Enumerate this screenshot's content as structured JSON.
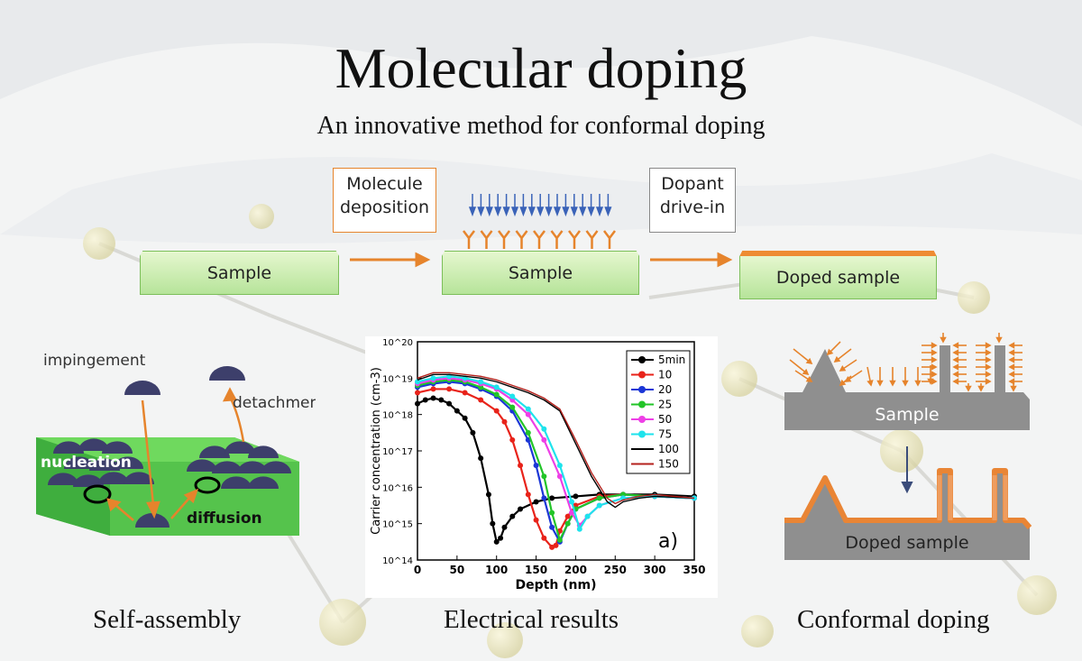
{
  "title": "Molecular doping",
  "subtitle": "An innovative method for conformal doping",
  "process": {
    "step1_label": "Molecule\ndeposition",
    "step2_label": "Dopant\ndrive-in",
    "sample_label": "Sample",
    "doped_label": "Doped sample"
  },
  "self_assembly": {
    "impingement": "impingement",
    "detachment": "detachment",
    "nucleation": "nucleation",
    "diffusion": "diffusion",
    "caption": "Self-assembly"
  },
  "electrical": {
    "caption": "Electrical results",
    "panel_label": "a)"
  },
  "conformal": {
    "sample_label": "Sample",
    "doped_label": "Doped sample",
    "caption": "Conformal doping"
  },
  "colors": {
    "arrow": "#e6842c",
    "green": "#b6e49a",
    "grey": "#8f8f8f",
    "blue_arrow": "#3a63b8"
  },
  "chart_data": {
    "type": "line",
    "title": "",
    "xlabel": "Depth (nm)",
    "ylabel": "Carrier concentration (cm-3)",
    "xlim": [
      0,
      350
    ],
    "xticks": [
      0,
      50,
      100,
      150,
      200,
      250,
      300,
      350
    ],
    "ylim_log10": [
      14,
      20
    ],
    "yticks": [
      "10^14",
      "10^15",
      "10^16",
      "10^17",
      "10^18",
      "10^19",
      "10^20"
    ],
    "series": [
      {
        "name": "5min",
        "color": "#000000",
        "marker": true,
        "x": [
          0,
          10,
          20,
          30,
          40,
          50,
          60,
          70,
          80,
          90,
          95,
          100,
          105,
          110,
          120,
          130,
          150,
          170,
          200,
          230,
          260,
          300,
          350
        ],
        "y": [
          18.3,
          18.4,
          18.45,
          18.4,
          18.3,
          18.1,
          17.9,
          17.5,
          16.8,
          15.8,
          15.0,
          14.5,
          14.6,
          14.9,
          15.2,
          15.4,
          15.6,
          15.7,
          15.75,
          15.8,
          15.8,
          15.8,
          15.75
        ]
      },
      {
        "name": "10",
        "color": "#e8231a",
        "marker": true,
        "x": [
          0,
          20,
          40,
          60,
          80,
          100,
          110,
          120,
          130,
          140,
          150,
          160,
          170,
          175,
          180,
          190,
          200,
          230,
          260,
          300,
          350
        ],
        "y": [
          18.6,
          18.7,
          18.7,
          18.6,
          18.4,
          18.1,
          17.8,
          17.3,
          16.6,
          15.8,
          15.1,
          14.6,
          14.35,
          14.4,
          14.8,
          15.2,
          15.5,
          15.75,
          15.8,
          15.75,
          15.7
        ]
      },
      {
        "name": "20",
        "color": "#1b36d6",
        "marker": true,
        "x": [
          0,
          20,
          40,
          60,
          80,
          100,
          120,
          140,
          150,
          160,
          170,
          180,
          190,
          200,
          230,
          260,
          300,
          350
        ],
        "y": [
          18.75,
          18.85,
          18.9,
          18.85,
          18.7,
          18.5,
          18.1,
          17.3,
          16.6,
          15.7,
          14.9,
          14.5,
          15.0,
          15.4,
          15.7,
          15.8,
          15.75,
          15.7
        ]
      },
      {
        "name": "25",
        "color": "#22c428",
        "marker": true,
        "x": [
          0,
          20,
          40,
          60,
          80,
          100,
          120,
          140,
          160,
          170,
          180,
          190,
          200,
          230,
          260,
          300,
          350
        ],
        "y": [
          18.8,
          18.9,
          18.95,
          18.9,
          18.75,
          18.55,
          18.2,
          17.5,
          16.3,
          15.3,
          14.55,
          15.0,
          15.4,
          15.7,
          15.8,
          15.75,
          15.7
        ]
      },
      {
        "name": "50",
        "color": "#ee3fe6",
        "marker": true,
        "x": [
          0,
          20,
          40,
          60,
          80,
          100,
          120,
          140,
          160,
          180,
          195,
          205,
          215,
          230,
          260,
          300,
          350
        ],
        "y": [
          18.85,
          18.95,
          19.0,
          18.95,
          18.85,
          18.7,
          18.4,
          18.0,
          17.3,
          16.3,
          15.3,
          14.95,
          15.2,
          15.5,
          15.7,
          15.75,
          15.7
        ]
      },
      {
        "name": "75",
        "color": "#1ee3ec",
        "marker": true,
        "x": [
          0,
          20,
          40,
          60,
          80,
          100,
          120,
          140,
          160,
          180,
          195,
          205,
          215,
          230,
          260,
          300,
          350
        ],
        "y": [
          18.9,
          19.0,
          19.05,
          19.0,
          18.9,
          18.75,
          18.5,
          18.15,
          17.6,
          16.6,
          15.6,
          14.85,
          15.2,
          15.5,
          15.7,
          15.75,
          15.7
        ]
      },
      {
        "name": "100",
        "color": "#000000",
        "marker": false,
        "x": [
          0,
          20,
          40,
          60,
          80,
          100,
          120,
          140,
          160,
          180,
          200,
          220,
          240,
          250,
          260,
          280,
          300,
          350
        ],
        "y": [
          18.95,
          19.1,
          19.1,
          19.05,
          19.0,
          18.9,
          18.75,
          18.6,
          18.4,
          18.1,
          17.2,
          16.3,
          15.6,
          15.45,
          15.6,
          15.7,
          15.75,
          15.7
        ]
      },
      {
        "name": "150",
        "color": "#b4211c",
        "marker": false,
        "x": [
          0,
          20,
          40,
          60,
          80,
          100,
          120,
          140,
          160,
          180,
          200,
          220,
          240,
          250,
          260,
          280,
          300,
          350
        ],
        "y": [
          19.0,
          19.15,
          19.15,
          19.1,
          19.05,
          18.95,
          18.8,
          18.65,
          18.45,
          18.15,
          17.3,
          16.4,
          15.7,
          15.55,
          15.65,
          15.75,
          15.8,
          15.7
        ]
      }
    ]
  }
}
